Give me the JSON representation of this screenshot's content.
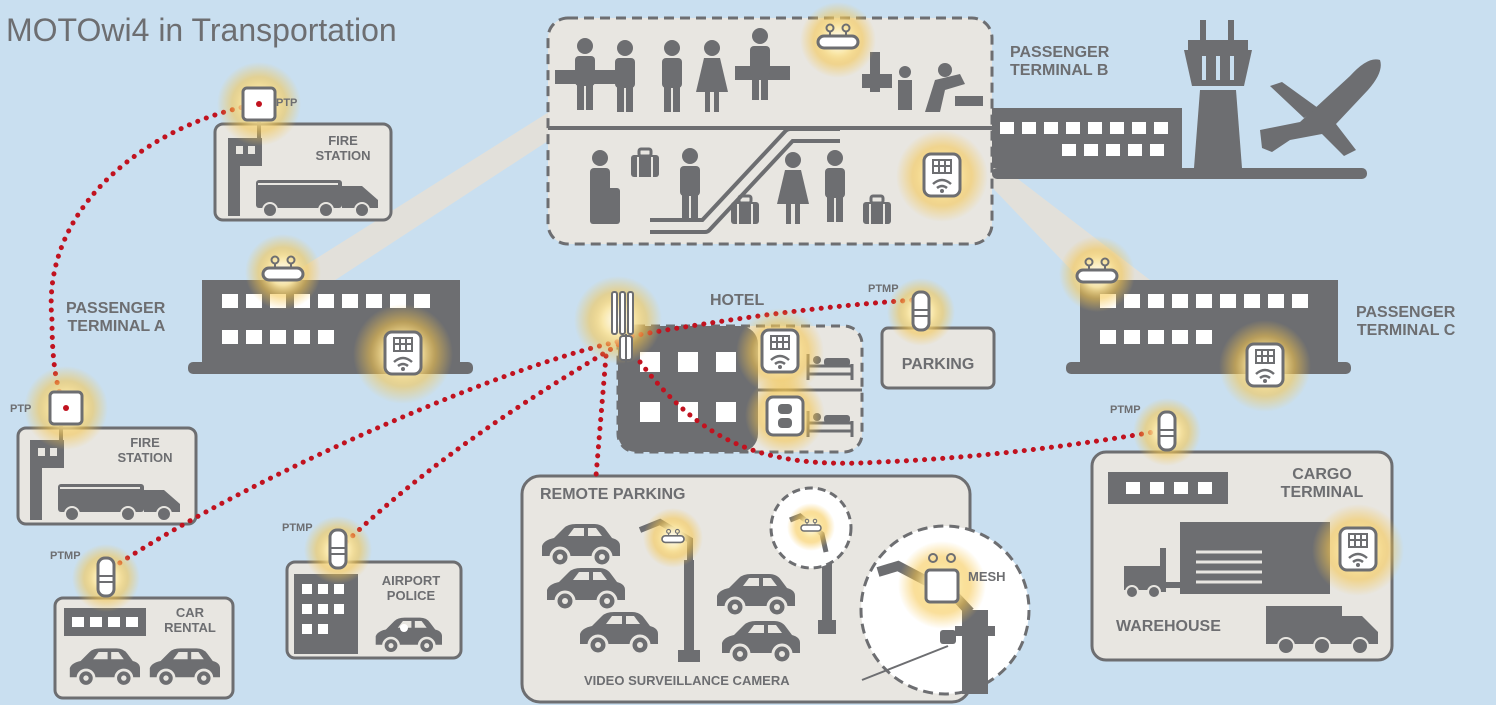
{
  "title": "MOTOwi4 in Transportation",
  "locations": {
    "passenger_terminal_a": {
      "line1": "PASSENGER",
      "line2": "TERMINAL A"
    },
    "passenger_terminal_b": {
      "line1": "PASSENGER",
      "line2": "TERMINAL B"
    },
    "passenger_terminal_c": {
      "line1": "PASSENGER",
      "line2": "TERMINAL C"
    },
    "fire_station_top": {
      "line1": "FIRE",
      "line2": "STATION"
    },
    "fire_station_left": {
      "line1": "FIRE",
      "line2": "STATION"
    },
    "hotel": "HOTEL",
    "parking": "PARKING",
    "remote_parking": "REMOTE PARKING",
    "cargo_terminal": {
      "line1": "CARGO",
      "line2": "TERMINAL"
    },
    "warehouse": "WAREHOUSE",
    "car_rental": {
      "line1": "CAR",
      "line2": "RENTAL"
    },
    "airport_police": {
      "line1": "AIRPORT",
      "line2": "POLICE"
    },
    "video_surveillance": "VIDEO SURVEILLANCE CAMERA"
  },
  "link_tags": {
    "ptp_top": "PTP",
    "ptp_left": "PTP",
    "ptmp_parking": "PTMP",
    "ptmp_cargo": "PTMP",
    "ptmp_car_rental": "PTMP",
    "ptmp_police": "PTMP",
    "mesh": "MESH"
  },
  "colors": {
    "background": "#c9dff0",
    "building": "#6d6e71",
    "panel": "#e8e6e1",
    "link": "#c1121f",
    "glow": "#f6c54a",
    "beam": "#e6e1d6"
  },
  "icons": [
    "router-icon",
    "wifi-hotspot-icon",
    "outlet-icon",
    "radio-unit-icon",
    "ptp-dish-icon",
    "street-light-icon",
    "control-tower-icon",
    "airplane-icon",
    "car-icon",
    "truck-icon",
    "fire-truck-icon",
    "bed-icon",
    "luggage-icon",
    "escalator-icon"
  ]
}
